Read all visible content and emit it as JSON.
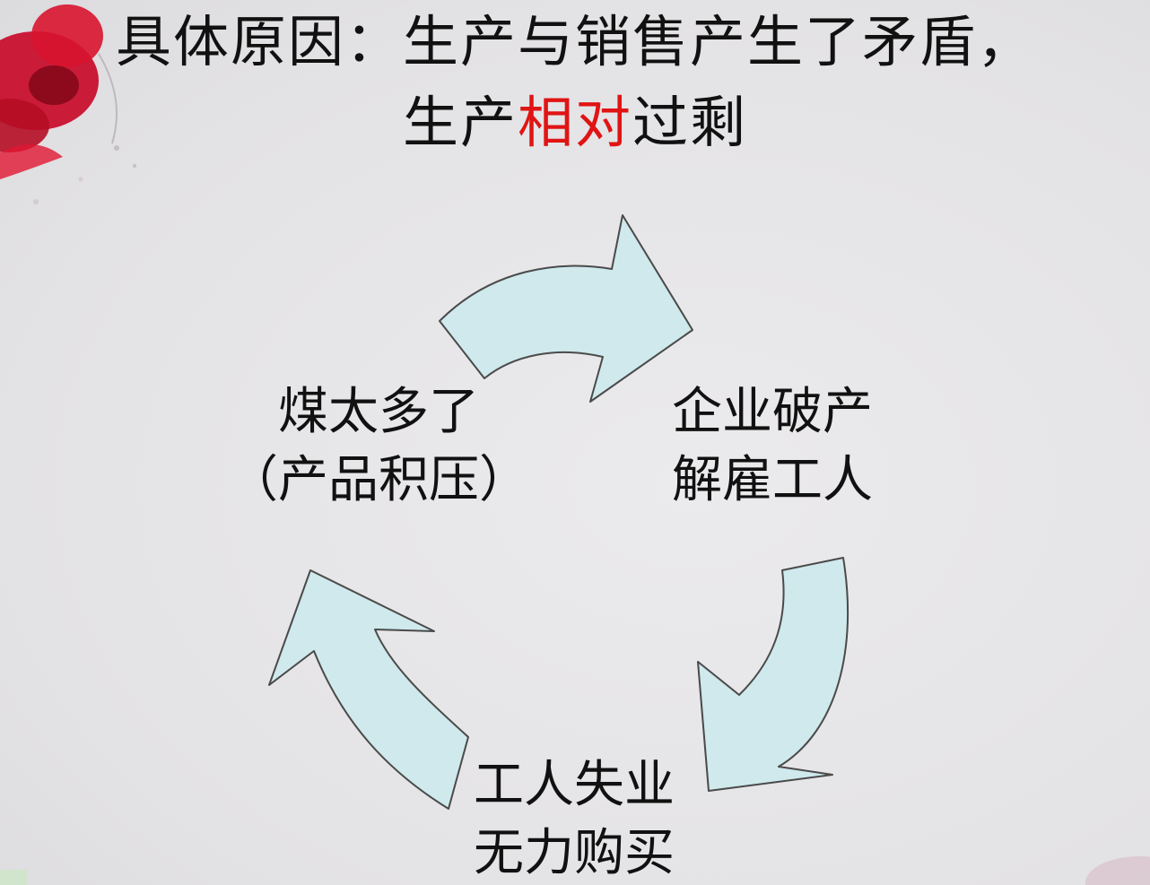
{
  "title": {
    "line1": "具体原因：生产与销售产生了矛盾，",
    "line2_prefix": "生产",
    "line2_highlight": "相对",
    "line2_suffix": "过剩"
  },
  "cycle": {
    "nodes": [
      {
        "id": "left",
        "line1": "煤太多了",
        "line2": "（产品积压）"
      },
      {
        "id": "right",
        "line1": "企业破产",
        "line2": "解雇工人"
      },
      {
        "id": "bottom",
        "line1": "工人失业",
        "line2": "无力购买"
      }
    ]
  },
  "colors": {
    "arrow_fill": "#cfe9ec",
    "arrow_stroke": "#4a4a4a",
    "highlight": "#e01414"
  }
}
